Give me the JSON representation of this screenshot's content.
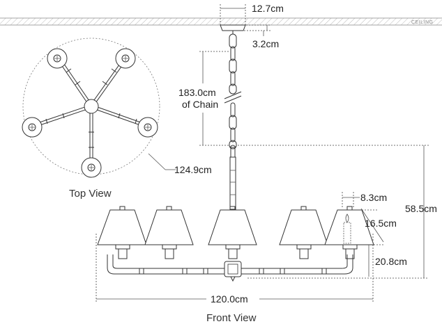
{
  "ceiling_label": "CEILING",
  "dimensions": {
    "canopy_width": "12.7cm",
    "canopy_height": "3.2cm",
    "chain_length_value": "183.0cm",
    "chain_length_suffix": "of Chain",
    "diameter": "124.9cm",
    "overall_height": "58.5cm",
    "socket_width": "8.3cm",
    "shade_height": "16.5cm",
    "arm_height": "20.8cm",
    "overall_width": "120.0cm"
  },
  "views": {
    "top": "Top View",
    "front": "Front View"
  }
}
